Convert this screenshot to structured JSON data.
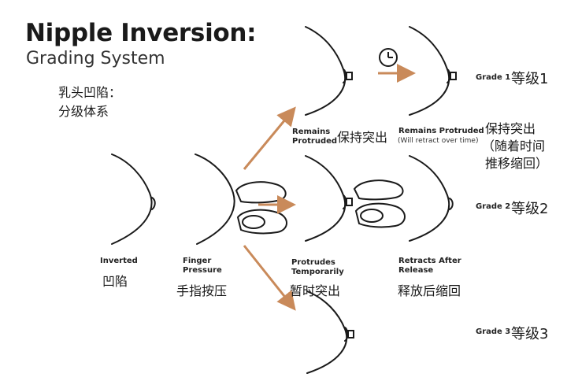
{
  "header": {
    "title": "Nipple Inversion:",
    "subtitle": "Grading System",
    "title_zh_line1": "乳头凹陷：",
    "title_zh_line2": "分级体系"
  },
  "stages": {
    "inverted": {
      "label": "Inverted",
      "label_zh": "凹陷"
    },
    "finger_pressure": {
      "label_line1": "Finger",
      "label_line2": "Pressure",
      "label_zh": "手指按压"
    },
    "remains_protruded": {
      "label_line1": "Remains",
      "label_line2": "Protruded",
      "label_zh": "保持突出"
    },
    "remains_protruded_time": {
      "label": "Remains Protruded",
      "note": "(Will retract over time)",
      "label_zh_line1": "保持突出",
      "label_zh_line2": "（随着时间",
      "label_zh_line3": "推移缩回）"
    },
    "protrudes_temporarily": {
      "label_line1": "Protrudes",
      "label_line2": "Temporarily",
      "label_zh": "暂时突出"
    },
    "retracts_after_release": {
      "label_line1": "Retracts After",
      "label_line2": "Release",
      "label_zh": "释放后缩回"
    }
  },
  "grades": [
    {
      "label": "Grade 1",
      "label_zh": "等级1"
    },
    {
      "label": "Grade 2",
      "label_zh": "等级2"
    },
    {
      "label": "Grade 3",
      "label_zh": "等级3"
    }
  ],
  "icons": {
    "time": "clock-icon",
    "arrow": "arrow-icon"
  },
  "colors": {
    "arrow": "#c98a5a",
    "line": "#1a1a1a"
  }
}
